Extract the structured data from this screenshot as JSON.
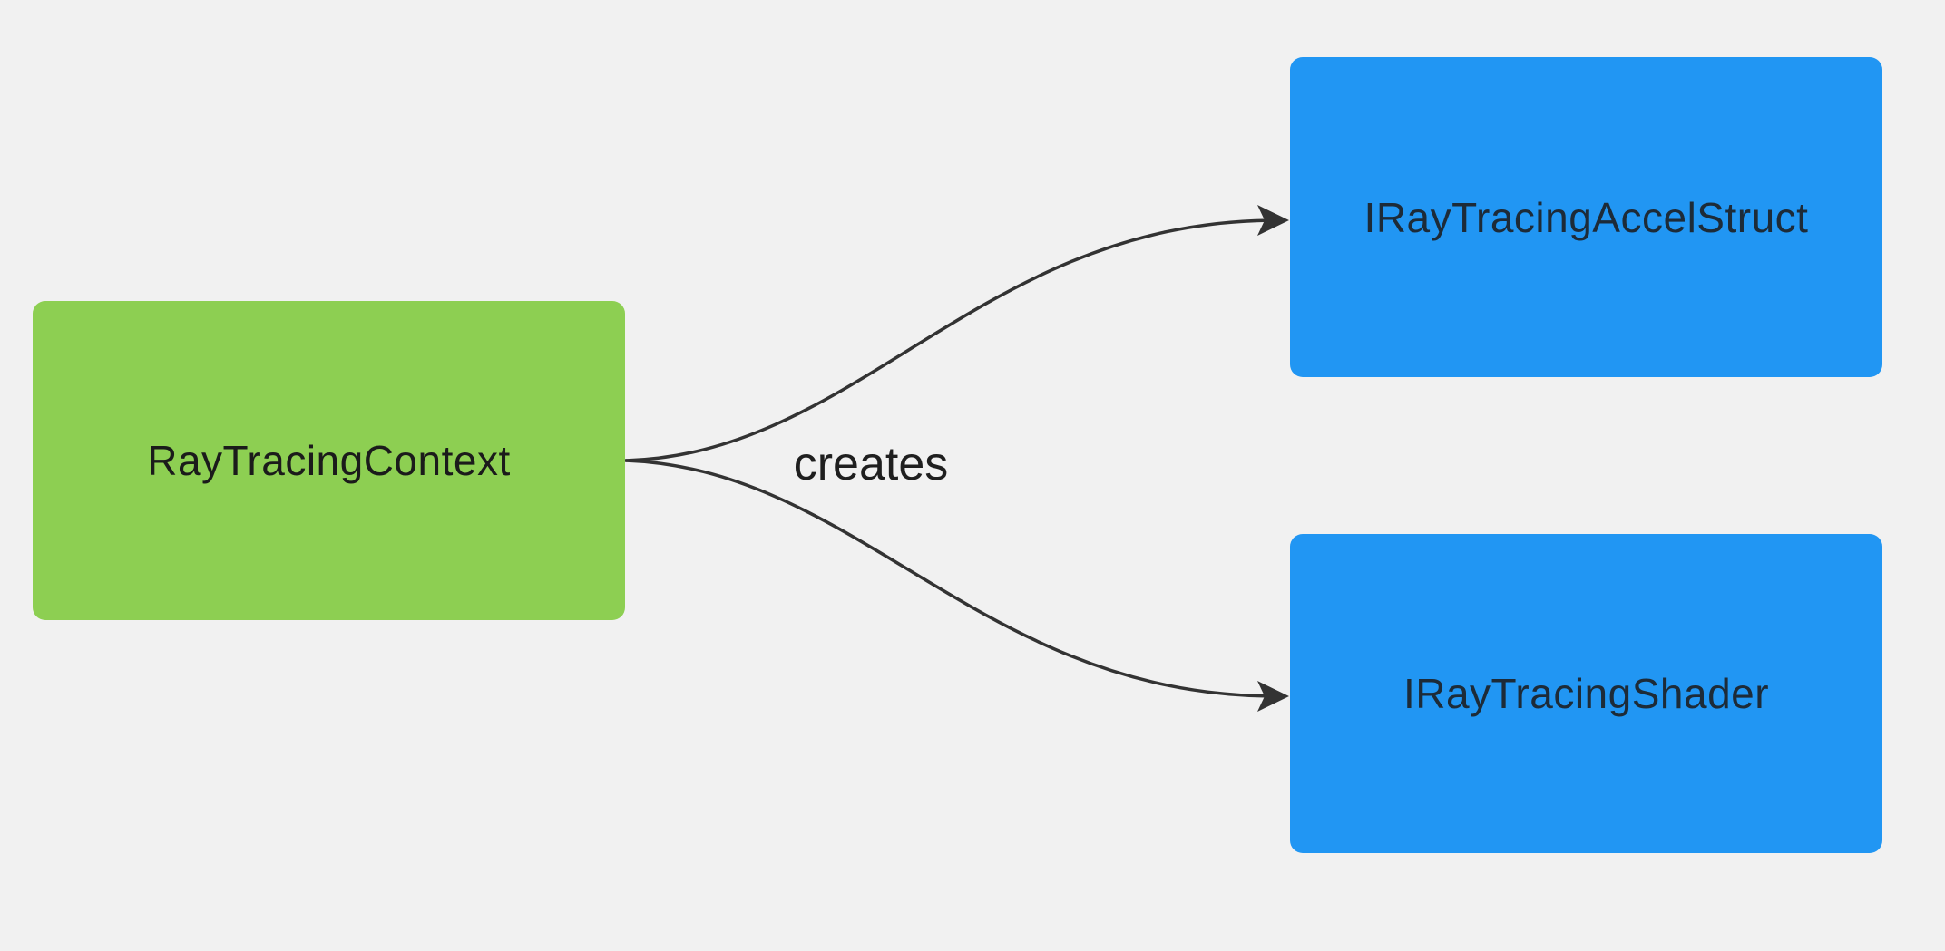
{
  "diagram": {
    "type": "flowchart",
    "direction": "left-to-right",
    "background_color": "#f1f1f1",
    "edge_color": "#333333",
    "edge_label_color": "#1f1f1f",
    "nodes": {
      "source": {
        "label": "RayTracingContext",
        "fill": "#8dcf52",
        "text_color": "#1b1b1b"
      },
      "accel": {
        "label": "IRayTracingAccelStruct",
        "fill": "#2196f3",
        "text_color": "#1d2b38"
      },
      "shader": {
        "label": "IRayTracingShader",
        "fill": "#2196f3",
        "text_color": "#1d2b38"
      }
    },
    "edges": [
      {
        "from": "RayTracingContext",
        "to": "IRayTracingAccelStruct",
        "label": "creates"
      },
      {
        "from": "RayTracingContext",
        "to": "IRayTracingShader",
        "label": "creates"
      }
    ]
  }
}
